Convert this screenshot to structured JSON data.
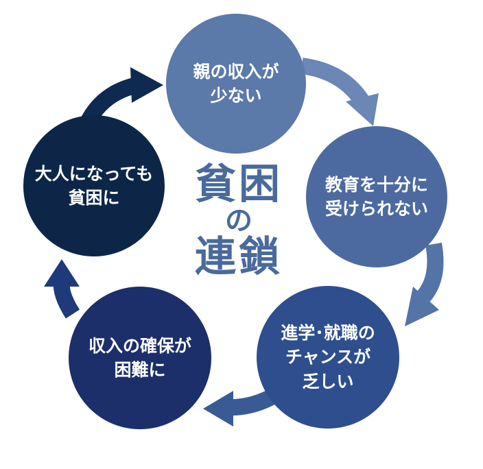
{
  "diagram": {
    "center_title": {
      "line1": "貧困",
      "line2": "の",
      "line3": "連鎖"
    },
    "nodes": [
      {
        "id": "parents",
        "lines": [
          "親の収入が",
          "少ない"
        ],
        "color": "#5b79a9"
      },
      {
        "id": "education",
        "lines": [
          "教育を十分に",
          "受けられない"
        ],
        "color": "#4d6aa0"
      },
      {
        "id": "career",
        "lines": [
          "進学･就職の",
          "チャンスが",
          "乏しい"
        ],
        "color": "#2e4e8e"
      },
      {
        "id": "income",
        "lines": [
          "収入の確保が",
          "困難に"
        ],
        "color": "#1c2f6b"
      },
      {
        "id": "adult",
        "lines": [
          "大人になっても",
          "貧困に"
        ],
        "color": "#0d2648"
      }
    ],
    "arrow_colors": {
      "parents_to_education": "#6a87b5",
      "education_to_career": "#5473a6",
      "career_to_income": "#3a5a96",
      "income_to_adult": "#1e3a7a",
      "adult_to_parents": "#0f2a50"
    }
  }
}
